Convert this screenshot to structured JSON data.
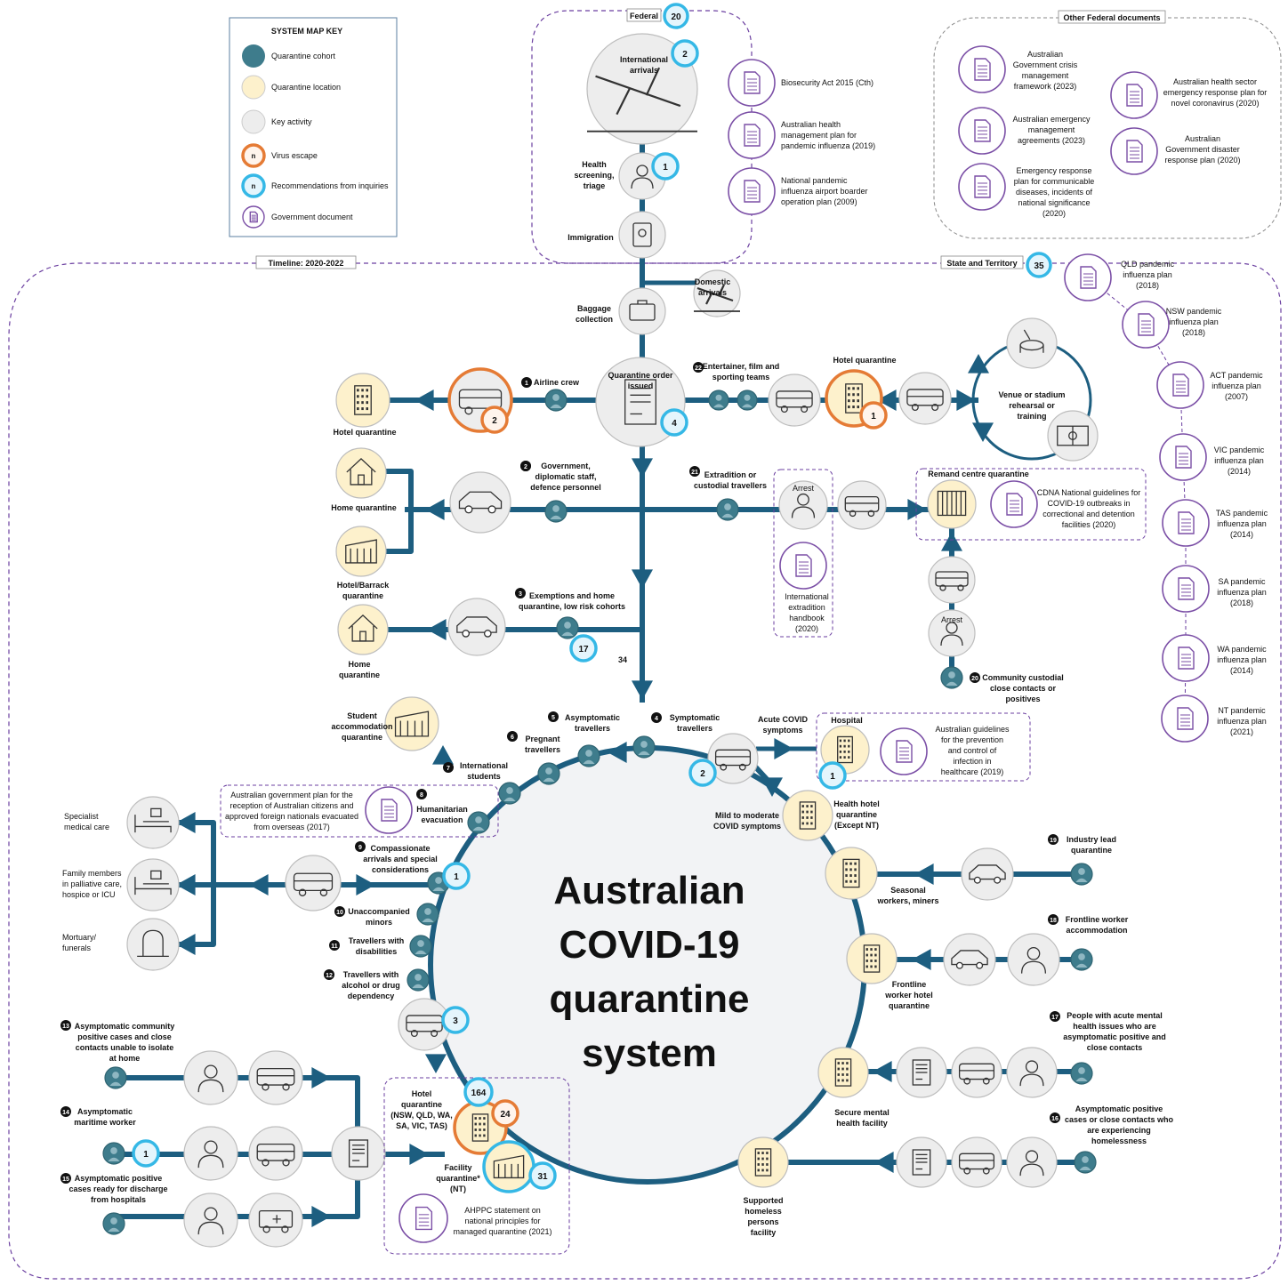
{
  "title_lines": [
    "Australian",
    "COVID-19",
    "quarantine",
    "system"
  ],
  "colors": {
    "cohort": "#3e7c8c",
    "location": "#fdf1cc",
    "activity": "#ededed",
    "escape": "#e57b35",
    "recommendation": "#35b8e6",
    "document": "#7b4fa6",
    "line": "#1d5e80"
  },
  "key": {
    "title": "SYSTEM MAP KEY",
    "items": [
      {
        "label": "Quarantine cohort",
        "kind": "cohort"
      },
      {
        "label": "Quarantine location",
        "kind": "location"
      },
      {
        "label": "Key activity",
        "kind": "activity"
      },
      {
        "label": "Virus escape",
        "kind": "escape",
        "symbol": "n"
      },
      {
        "label": "Recommendations from inquiries",
        "kind": "rec",
        "symbol": "n"
      },
      {
        "label": "Government document",
        "kind": "doc"
      }
    ]
  },
  "tags": {
    "federal": "Federal",
    "federal_count": "20",
    "timeline": "Timeline: 2020-2022",
    "state": "State and Territory",
    "state_count": "35",
    "other_federal": "Other Federal documents"
  },
  "federal_docs": [
    {
      "lines": [
        "Biosecurity Act 2015 (Cth)"
      ]
    },
    {
      "lines": [
        "Australian health",
        "management plan for",
        "pandemic influenza (2019)"
      ]
    },
    {
      "lines": [
        "National pandemic",
        "influenza airport boarder",
        "operation plan (2009)"
      ]
    }
  ],
  "other_federal_docs": [
    {
      "lines": [
        "Australian",
        "Government crisis",
        "management",
        "framework (2023)"
      ]
    },
    {
      "lines": [
        "Australian emergency",
        "management",
        "agreements (2023)"
      ]
    },
    {
      "lines": [
        "Emergency response",
        "plan for communicable",
        "diseases, incidents of",
        "national significance",
        "(2020)"
      ]
    },
    {
      "lines": [
        "Australian health sector",
        "emergency response plan for",
        "novel coronavirus (2020)"
      ]
    },
    {
      "lines": [
        "Australian",
        "Government disaster",
        "response plan (2020)"
      ]
    }
  ],
  "state_docs": [
    {
      "lines": [
        "QLD pandemic",
        "influenza plan",
        "(2018)"
      ]
    },
    {
      "lines": [
        "NSW pandemic",
        "influenza plan",
        "(2018)"
      ]
    },
    {
      "lines": [
        "ACT pandemic",
        "influenza plan",
        "(2007)"
      ]
    },
    {
      "lines": [
        "VIC pandemic",
        "influenza plan",
        "(2014)"
      ]
    },
    {
      "lines": [
        "TAS pandemic",
        "influenza plan",
        "(2014)"
      ]
    },
    {
      "lines": [
        "SA pandemic",
        "influenza plan",
        "(2018)"
      ]
    },
    {
      "lines": [
        "WA pandemic",
        "influenza plan",
        "(2014)"
      ]
    },
    {
      "lines": [
        "NT pandemic",
        "influenza plan",
        "(2021)"
      ]
    }
  ],
  "flow": {
    "international_arrivals": [
      "International",
      "arrivals"
    ],
    "international_arrivals_rec": "2",
    "health_screening": [
      "Health",
      "screening,",
      "triage"
    ],
    "health_screening_rec": "1",
    "immigration": "Immigration",
    "domestic_arrivals": [
      "Domestic",
      "arrivals"
    ],
    "baggage": [
      "Baggage",
      "collection"
    ],
    "quarantine_order": [
      "Quarantine order",
      "issued"
    ],
    "quarantine_order_rec": "4",
    "label_34": "34"
  },
  "cohorts": [
    {
      "n": "1",
      "lines": [
        "Airline crew"
      ]
    },
    {
      "n": "2",
      "lines": [
        "Government,",
        "diplomatic staff,",
        "defence personnel"
      ]
    },
    {
      "n": "3",
      "lines": [
        "Exemptions and home",
        "quarantine, low risk cohorts"
      ]
    },
    {
      "n": "4",
      "lines": [
        "Symptomatic",
        "travellers"
      ]
    },
    {
      "n": "5",
      "lines": [
        "Asymptomatic",
        "travellers"
      ]
    },
    {
      "n": "6",
      "lines": [
        "Pregnant",
        "travellers"
      ]
    },
    {
      "n": "7",
      "lines": [
        "International",
        "students"
      ]
    },
    {
      "n": "8",
      "lines": [
        "Humanitarian",
        "evacuation"
      ]
    },
    {
      "n": "9",
      "lines": [
        "Compassionate",
        "arrivals and special",
        "considerations"
      ]
    },
    {
      "n": "10",
      "lines": [
        "Unaccompanied",
        "minors"
      ]
    },
    {
      "n": "11",
      "lines": [
        "Travellers with",
        "disabilities"
      ]
    },
    {
      "n": "12",
      "lines": [
        "Travellers with",
        "alcohol or drug",
        "dependency"
      ]
    },
    {
      "n": "13",
      "lines": [
        "Asymptomatic community",
        "positive cases and close",
        "contacts unable to isolate",
        "at home"
      ]
    },
    {
      "n": "14",
      "lines": [
        "Asymptomatic",
        "maritime worker"
      ]
    },
    {
      "n": "15",
      "lines": [
        "Asymptomatic positive",
        "cases ready for discharge",
        "from hospitals"
      ]
    },
    {
      "n": "16",
      "lines": [
        "Asymptomatic positive",
        "cases or close contacts who",
        "are experiencing",
        "homelessness"
      ]
    },
    {
      "n": "17",
      "lines": [
        "People with acute mental",
        "health issues who are",
        "asymptomatic positive and",
        "close contacts"
      ]
    },
    {
      "n": "18",
      "lines": [
        "Frontline worker",
        "accommodation"
      ]
    },
    {
      "n": "19",
      "lines": [
        "Industry lead",
        "quarantine"
      ]
    },
    {
      "n": "20",
      "lines": [
        "Community custodial",
        "close contacts or",
        "positives"
      ]
    },
    {
      "n": "21",
      "lines": [
        "Extradition or",
        "custodial travellers"
      ]
    },
    {
      "n": "22",
      "lines": [
        "Entertainer, film and",
        "sporting teams"
      ]
    }
  ],
  "locations": {
    "hotel_q_left": [
      "Hotel quarantine"
    ],
    "home_q_1": [
      "Home quarantine"
    ],
    "hotel_barrack": [
      "Hotel/Barrack",
      "quarantine"
    ],
    "home_q_2": [
      "Home",
      "quarantine"
    ],
    "student_accom": [
      "Student",
      "accommodation",
      "quarantine"
    ],
    "hotel_q_top": [
      "Hotel quarantine"
    ],
    "venue": [
      "Venue or stadium",
      "rehearsal or",
      "training"
    ],
    "remand": [
      "Remand centre quarantine"
    ],
    "acute_covid": [
      "Acute COVID",
      "symptoms"
    ],
    "hospital": [
      "Hospital"
    ],
    "mild_covid": [
      "Mild to moderate",
      "COVID symptoms"
    ],
    "health_hotel": [
      "Health hotel",
      "quarantine",
      "(Except NT)"
    ],
    "seasonal": [
      "Seasonal",
      "workers, miners"
    ],
    "frontline_hotel": [
      "Frontline",
      "worker hotel",
      "quarantine"
    ],
    "secure_mental": [
      "Secure mental",
      "health facility"
    ],
    "homeless_facility": [
      "Supported",
      "homeless",
      "persons",
      "facility"
    ],
    "hotel_q_main": [
      "Hotel",
      "quarantine",
      "(NSW, QLD, WA,",
      "SA, VIC, TAS)"
    ],
    "facility_nt": [
      "Facility",
      "quarantine*",
      "(NT)"
    ],
    "specialist": [
      "Specialist",
      "medical care"
    ],
    "family_palliative": [
      "Family members",
      "in palliative care,",
      "hospice or ICU"
    ],
    "mortuary": [
      "Mortuary/",
      "funerals"
    ],
    "arrest_1": "Arrest",
    "arrest_2": "Arrest"
  },
  "badges": {
    "esc_airline": "2",
    "esc_hotel_top": "1",
    "esc_hotel_main": "24",
    "rec_exempt": "17",
    "rec_symptomatic": "2",
    "rec_hospital": "1",
    "rec_compassionate": "1",
    "rec_bus": "3",
    "rec_hotel_main": "164",
    "rec_facility_nt": "31",
    "rec_maritime": "1"
  },
  "doc_texts": {
    "cdna": [
      "CDNA National guidelines for",
      "COVID-19  outbreaks in",
      "correctional and detention",
      "facilities (2020)"
    ],
    "extradition": [
      "International",
      "extradition",
      "handbook",
      "(2020)"
    ],
    "infection": [
      "Australian guidelines",
      "for the prevention",
      "and control of",
      "infection in",
      "healthcare (2019)"
    ],
    "reception": [
      "Australian government plan for the",
      "reception of Australian citizens and",
      "approved foreign nationals evacuated",
      "from overseas (2017)"
    ],
    "ahppc": [
      "AHPPC statement on",
      "national principles for",
      "managed quarantine (2021)"
    ]
  }
}
